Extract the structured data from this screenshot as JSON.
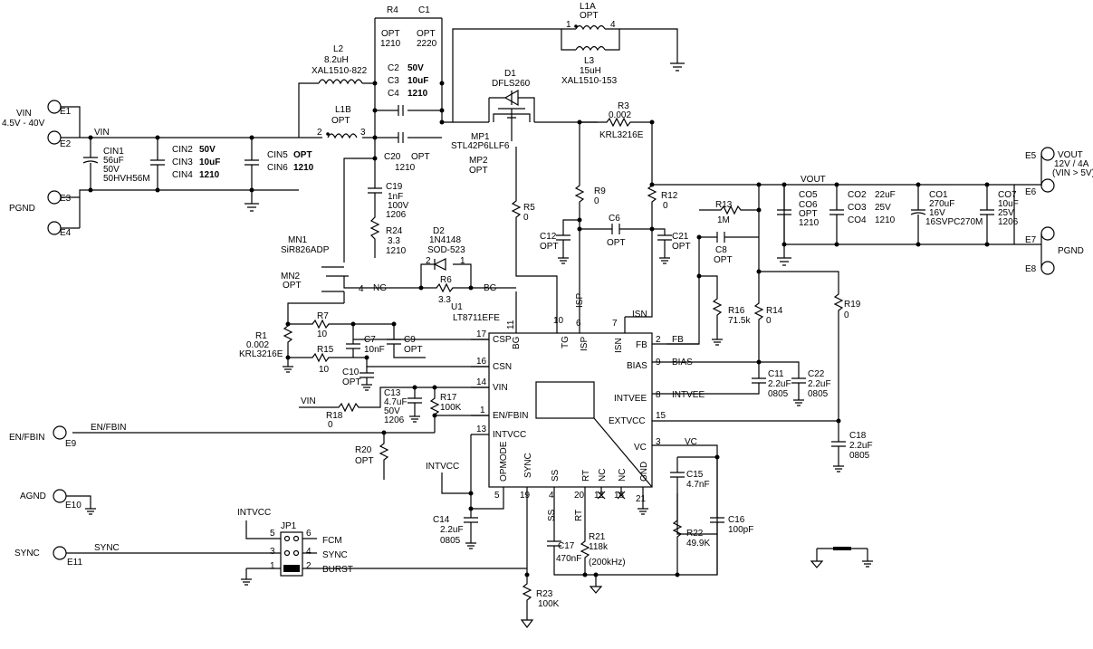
{
  "ports": {
    "vin": {
      "label": "VIN",
      "range": "4.5V - 40V"
    },
    "e1": "E1",
    "e2": "E2",
    "e3": "E3",
    "e4": "E4",
    "pgnd_left": "PGND",
    "vout": {
      "label": "VOUT",
      "spec": "12V / 4A",
      "cond": "(VIN > 5V)"
    },
    "e5": "E5",
    "e6": "E6",
    "e7": "E7",
    "e8": "E8",
    "pgnd_right": "PGND",
    "enfbin": "EN/FBIN",
    "e9": "E9",
    "agnd": "AGND",
    "e10": "E10",
    "sync": "SYNC",
    "e11": "E11"
  },
  "nets": {
    "vin": "VIN",
    "vout": "VOUT",
    "ng": "NG",
    "bg": "BG",
    "enfbin": "EN/FBIN",
    "sync": "SYNC",
    "burst": "BURST",
    "fb": "FB",
    "bias": "BIAS",
    "intvee": "INTVEE",
    "vc": "VC",
    "intvcc": "INTVCC",
    "intvcc_jp": "INTVCC",
    "vin_r18": "VIN",
    "isp": "ISP",
    "isn": "ISN",
    "fcm": "FCM",
    "sync_jp": "SYNC"
  },
  "components": {
    "r4": {
      "ref": "R4",
      "value": "OPT",
      "pkg": "1210"
    },
    "c1": {
      "ref": "C1",
      "value": "OPT",
      "pkg": "2220"
    },
    "l2": {
      "ref": "L2",
      "value": "8.2uH",
      "part": "XAL1510-822"
    },
    "c2": {
      "ref": "C2",
      "value": "50V"
    },
    "c3": {
      "ref": "C3",
      "value": "10uF"
    },
    "c4": {
      "ref": "C4",
      "value": "1210"
    },
    "l1b": {
      "ref": "L1B",
      "value": "OPT",
      "pin2": "2",
      "pin3": "3"
    },
    "c20": {
      "ref": "C20",
      "value": "OPT",
      "pkg": "1210"
    },
    "l1a": {
      "ref": "L1A",
      "value": "OPT",
      "pin1": "1",
      "pin4": "4"
    },
    "l3": {
      "ref": "L3",
      "value": "15uH",
      "part": "XAL1510-153"
    },
    "d1": {
      "ref": "D1",
      "part": "DFLS260"
    },
    "r3": {
      "ref": "R3",
      "value": "0.002",
      "part": "KRL3216E"
    },
    "mp1": {
      "ref": "MP1",
      "part": "STL42P6LLF6"
    },
    "mp2": {
      "ref": "MP2",
      "value": "OPT"
    },
    "cin1": {
      "ref": "CIN1",
      "value": "56uF",
      "volt": "50V",
      "part": "50HVH56M"
    },
    "cin2": {
      "ref": "CIN2",
      "value": "50V"
    },
    "cin3": {
      "ref": "CIN3",
      "value": "10uF"
    },
    "cin4": {
      "ref": "CIN4",
      "value": "1210"
    },
    "cin5": {
      "ref": "CIN5",
      "value": "OPT"
    },
    "cin6": {
      "ref": "CIN6",
      "value": "1210"
    },
    "c19": {
      "ref": "C19",
      "value": "1nF",
      "volt": "100V",
      "pkg": "1206"
    },
    "r24": {
      "ref": "R24",
      "value": "3.3",
      "pkg": "1210"
    },
    "mn1": {
      "ref": "MN1",
      "part": "SiR826ADP"
    },
    "mn2": {
      "ref": "MN2",
      "value": "OPT"
    },
    "d2": {
      "ref": "D2",
      "part": "1N4148",
      "pkg": "SOD-523",
      "pin2": "2",
      "pin1": "1"
    },
    "r6": {
      "ref": "R6",
      "value": "3.3"
    },
    "r5": {
      "ref": "R5",
      "value": "0"
    },
    "r9": {
      "ref": "R9",
      "value": "0"
    },
    "r12": {
      "ref": "R12",
      "value": "0"
    },
    "c6": {
      "ref": "C6",
      "value": "OPT"
    },
    "c12": {
      "ref": "C12",
      "value": "OPT"
    },
    "c21": {
      "ref": "C21",
      "value": "OPT"
    },
    "r13": {
      "ref": "R13",
      "value": "1M"
    },
    "c8": {
      "ref": "C8",
      "value": "OPT"
    },
    "co5": {
      "ref": "CO5"
    },
    "co6": {
      "ref": "CO6",
      "value": "OPT",
      "pkg": "1210"
    },
    "co2": {
      "ref": "CO2",
      "value": "22uF"
    },
    "co3": {
      "ref": "CO3",
      "value": "25V"
    },
    "co4": {
      "ref": "CO4",
      "value": "1210"
    },
    "co1": {
      "ref": "CO1",
      "value": "270uF",
      "volt": "16V",
      "part": "16SVPC270M"
    },
    "co7": {
      "ref": "CO7",
      "value": "10uF",
      "volt": "25V",
      "pkg": "1206"
    },
    "r1": {
      "ref": "R1",
      "value": "0.002",
      "part": "KRL3216E"
    },
    "r7": {
      "ref": "R7",
      "value": "10"
    },
    "r15": {
      "ref": "R15",
      "value": "10"
    },
    "c7": {
      "ref": "C7",
      "value": "10nF"
    },
    "c9": {
      "ref": "C9",
      "value": "OPT"
    },
    "c10": {
      "ref": "C10",
      "value": "OPT"
    },
    "c13": {
      "ref": "C13",
      "value": "4.7uF",
      "volt": "50V",
      "pkg": "1206"
    },
    "r17": {
      "ref": "R17",
      "value": "100K"
    },
    "r18": {
      "ref": "R18",
      "value": "0"
    },
    "r20": {
      "ref": "R20",
      "value": "OPT"
    },
    "r16": {
      "ref": "R16",
      "value": "71.5k"
    },
    "r14": {
      "ref": "R14",
      "value": "0"
    },
    "r19": {
      "ref": "R19",
      "value": "0"
    },
    "c11": {
      "ref": "C11",
      "value": "2.2uF",
      "pkg": "0805"
    },
    "c22": {
      "ref": "C22",
      "value": "2.2uF",
      "pkg": "0805"
    },
    "c18": {
      "ref": "C18",
      "value": "2.2uF",
      "pkg": "0805"
    },
    "c14": {
      "ref": "C14",
      "value": "2.2uF",
      "pkg": "0805"
    },
    "c15": {
      "ref": "C15",
      "value": "4.7nF"
    },
    "c16": {
      "ref": "C16",
      "value": "100pF"
    },
    "r22": {
      "ref": "R22",
      "value": "49.9K"
    },
    "c17": {
      "ref": "C17",
      "value": "470nF"
    },
    "r21": {
      "ref": "R21",
      "value": "118k",
      "note": "(200kHz)"
    },
    "r23": {
      "ref": "R23",
      "value": "100K"
    },
    "jp1": {
      "ref": "JP1",
      "p1": "1",
      "p2": "2",
      "p3": "3",
      "p4": "4",
      "p5": "5",
      "p6": "6"
    }
  },
  "ic": {
    "ref": "U1",
    "part": "LT8711EFE",
    "pins_left": [
      {
        "name": "CSP",
        "num": "17"
      },
      {
        "name": "CSN",
        "num": "16"
      },
      {
        "name": "VIN",
        "num": "14"
      },
      {
        "name": "EN/FBIN",
        "num": "1"
      },
      {
        "name": "INTVCC",
        "num": "13"
      }
    ],
    "pins_top": [
      {
        "name": "BG",
        "num": "11"
      },
      {
        "name": "TG",
        "num": "10"
      },
      {
        "name": "ISP",
        "num": "6"
      },
      {
        "name": "ISN",
        "num": "7"
      }
    ],
    "pins_right": [
      {
        "name": "FB",
        "num": "2"
      },
      {
        "name": "BIAS",
        "num": "9"
      },
      {
        "name": "INTVEE",
        "num": "8"
      },
      {
        "name": "EXTVCC",
        "num": "15"
      },
      {
        "name": "VC",
        "num": "3"
      }
    ],
    "pins_bottom": [
      {
        "name": "OPMODE",
        "num": "5"
      },
      {
        "name": "SYNC",
        "num": "19"
      },
      {
        "name": "SS",
        "num": "4"
      },
      {
        "name": "RT",
        "num": "20"
      },
      {
        "name": "NC",
        "num": "12"
      },
      {
        "name": "NC",
        "num": "18"
      },
      {
        "name": "GND",
        "num": "21"
      }
    ],
    "pin_ext": {
      "ss": "SS",
      "rt": "RT"
    }
  }
}
